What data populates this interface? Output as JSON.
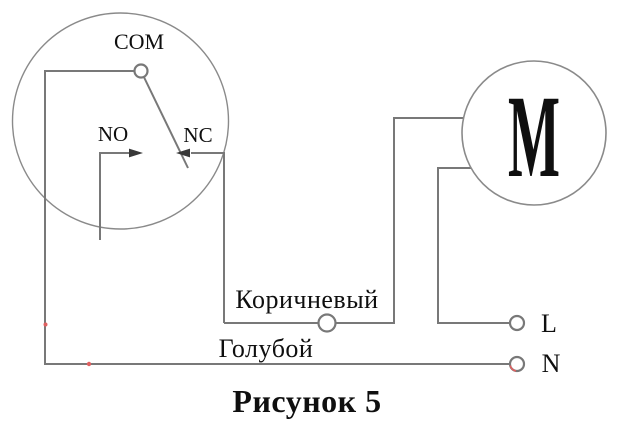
{
  "figure": {
    "caption": "Рисунок 5",
    "switch": {
      "com_label": "COM",
      "no_label": "NO",
      "nc_label": "NC"
    },
    "motor_label": "M",
    "wire_labels": {
      "brown": "Коричневый",
      "blue": "Голубой"
    },
    "terminal_labels": {
      "live": "L",
      "neutral": "N"
    }
  },
  "colors": {
    "background": "#ffffff",
    "wire": "#787878",
    "circle_outline": "#8a8a8a",
    "terminal_fill": "#ffffff",
    "text": "#0f0f0f",
    "arrow": "#383838",
    "artifact_red": "#e06060"
  }
}
